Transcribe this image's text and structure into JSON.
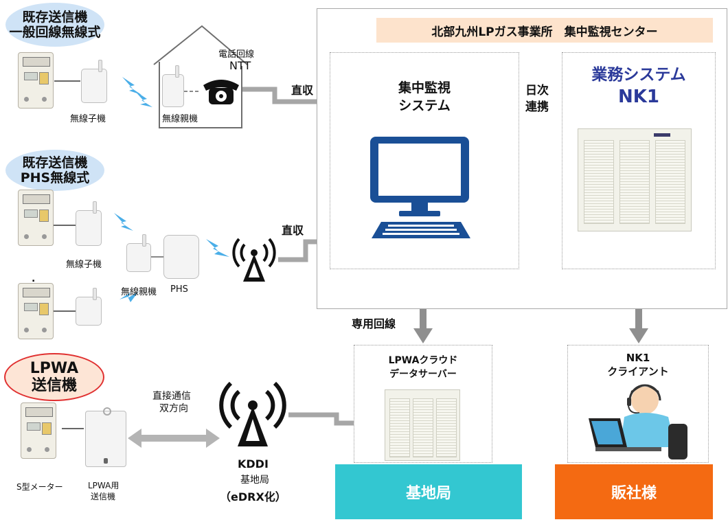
{
  "center": {
    "title": "北部九州LPガス事業所　集中監視センター",
    "monitor_system_line1": "集中監視",
    "monitor_system_line2": "システム",
    "business_system_line1": "業務システム",
    "business_system_line2": "NK1",
    "daily_link_line1": "日次",
    "daily_link_line2": "連携"
  },
  "group1": {
    "bubble_line1": "既存送信機",
    "bubble_line2": "一般回線無線式",
    "child_label": "無線子機",
    "parent_label": "無線親機",
    "phone_line_label": "電話回線",
    "ntt_label": "NTT",
    "direct_label": "直収"
  },
  "group2": {
    "bubble_line1": "既存送信機",
    "bubble_line2": "PHS無線式",
    "child_label": "無線子機",
    "parent_label": "無線親機",
    "phs_label": "PHS",
    "direct_label": "直収",
    "dot": "."
  },
  "group3": {
    "bubble_line1": "LPWA",
    "bubble_line2": "送信機",
    "meter_label": "S型メーター",
    "tx_label_line1": "LPWA用",
    "tx_label_line2": "送信機",
    "comm_line1": "直接通信",
    "comm_line2": "双方向",
    "kddi": "KDDI",
    "base_line": "基地局",
    "edrx": "（eDRX化）"
  },
  "lower": {
    "dedicated_line": "専用回線",
    "cloud_line1": "LPWAクラウド",
    "cloud_line2": "データサーバー",
    "nk1_client_line1": "NK1",
    "nk1_client_line2": "クライアント",
    "base_station_box": "基地局",
    "distributor_box": "販社様"
  },
  "colors": {
    "bubble_blue": "#cfe3f6",
    "title_band": "#fde3cc",
    "base_box": "#33c7d1",
    "distributor_box": "#f46a12",
    "business_text": "#2b3a9a",
    "monitor_blue": "#1a4f96",
    "arrow_navy": "#2b2f86",
    "arrow_gray": "#8f8f8f",
    "signal_blue": "#4aaee8"
  }
}
